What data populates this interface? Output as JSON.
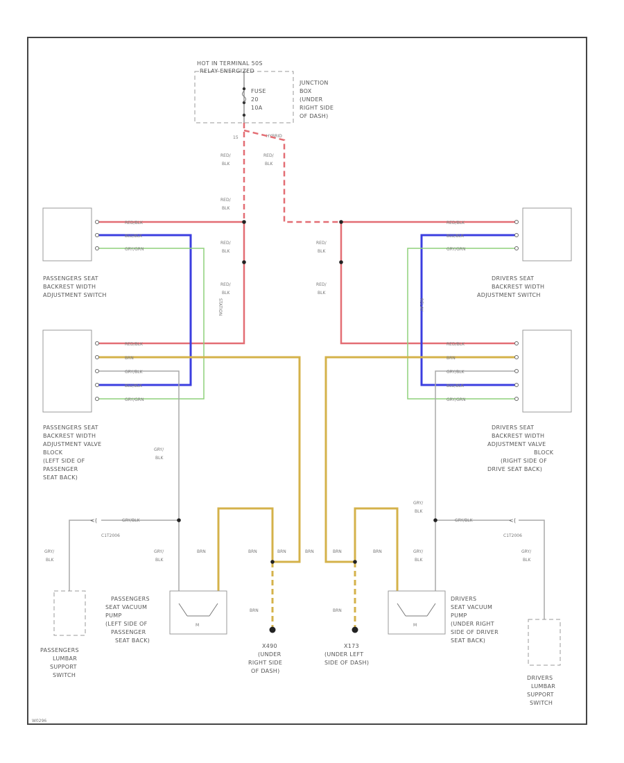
{
  "colors": {
    "red": "#e36d73",
    "blue": "#3b3ee0",
    "green": "#8ed17a",
    "yellow": "#d4b24a",
    "grey": "#a8a8a8",
    "frame": "#444444"
  },
  "labels": {
    "hot_in_line1": "HOT IN TERMINAL 50S",
    "hot_in_line2": "RELAY ENERGIZED",
    "fuse_line1": "FUSE",
    "fuse_line2": "20",
    "fuse_line3": "10A",
    "junction_line1": "JUNCTION",
    "junction_line2": "BOX",
    "junction_line3": "(UNDER",
    "junction_line4": "RIGHT SIDE",
    "junction_line5": "OF DASH)",
    "pass_switch_line1": "PASSENGERS SEAT",
    "pass_switch_line2": "BACKREST WIDTH",
    "pass_switch_line3": "ADJUSTMENT SWITCH",
    "drv_switch_line1": "DRIVERS SEAT",
    "drv_switch_line2": "BACKREST WIDTH",
    "drv_switch_line3": "ADJUSTMENT SWITCH",
    "pass_valve_line1": "PASSENGERS SEAT",
    "pass_valve_line2": "BACKREST WIDTH",
    "pass_valve_line3": "ADJUSTMENT VALVE",
    "pass_valve_line4": "BLOCK",
    "pass_valve_line5": "(LEFT SIDE OF",
    "pass_valve_line6": "PASSENGER",
    "pass_valve_line7": "SEAT BACK)",
    "drv_valve_line1": "DRIVERS SEAT",
    "drv_valve_line2": "BACKREST WIDTH",
    "drv_valve_line3": "ADJUSTMENT VALVE",
    "drv_valve_line4": "BLOCK",
    "drv_valve_line5": "(RIGHT SIDE OF",
    "drv_valve_line6": "DRIVE SEAT BACK)",
    "pass_pump_line1": "PASSENGERS",
    "pass_pump_line2": "SEAT VACUUM",
    "pass_pump_line3": "PUMP",
    "pass_pump_line4": "(LEFT SIDE OF",
    "pass_pump_line5": "PASSENGER",
    "pass_pump_line6": "SEAT BACK)",
    "drv_pump_line1": "DRIVERS",
    "drv_pump_line2": "SEAT VACUUM",
    "drv_pump_line3": "PUMP",
    "drv_pump_line4": "(UNDER RIGHT",
    "drv_pump_line5": "SIDE OF DRIVER",
    "drv_pump_line6": "SEAT BACK)",
    "pass_lumbar_line1": "PASSENGERS",
    "pass_lumbar_line2": "LUMBAR",
    "pass_lumbar_line3": "SUPPORT",
    "pass_lumbar_line4": "SWITCH",
    "drv_lumbar_line1": "DRIVERS",
    "drv_lumbar_line2": "LUMBAR",
    "drv_lumbar_line3": "SUPPORT",
    "drv_lumbar_line4": "SWITCH",
    "g_left_line1": "X490",
    "g_left_line2": "(UNDER",
    "g_left_line3": "RIGHT SIDE",
    "g_left_line4": "OF DASH)",
    "g_right_line1": "X173",
    "g_right_line2": "(UNDER LEFT",
    "g_right_line3": "SIDE OF DASH)",
    "conn_left": "C1T2006",
    "conn_right": "C1T2006",
    "footer": "W0296"
  },
  "wire_labels": {
    "red_blk": "RED/BLK",
    "blu_blk": "BLU/BLK",
    "gry_grn": "GRY/GRN",
    "brn": "BRN",
    "gry_blk": "GRY/BLK",
    "red_top": "RED/",
    "blk_bot": "BLK",
    "gry_top": "GRY/",
    "pin_15": "15",
    "hyb": "HYBRID",
    "station": "STATION",
    "relay": "RELAY"
  }
}
